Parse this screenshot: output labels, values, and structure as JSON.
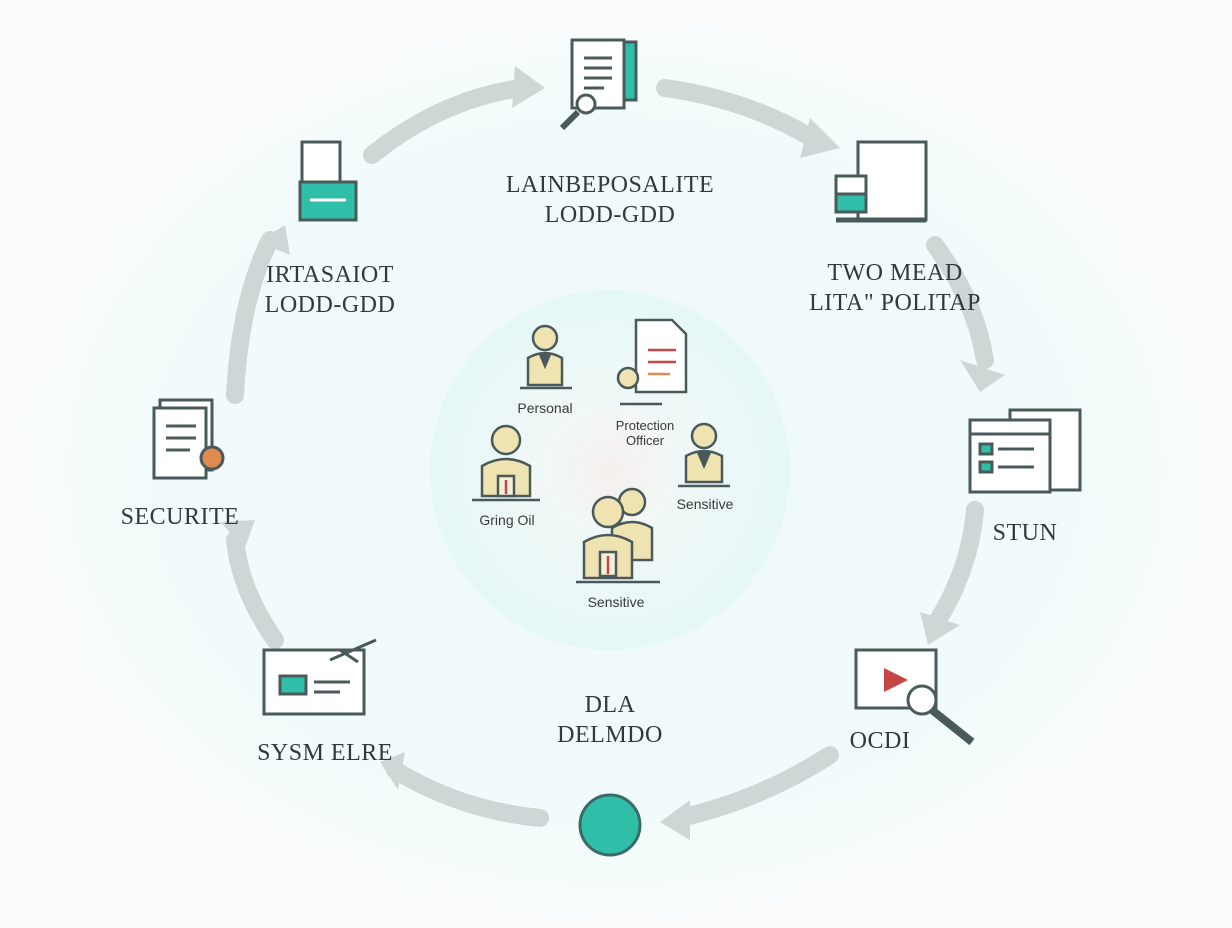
{
  "colors": {
    "teal": "#2fbfa8",
    "outline": "#4a5a5a",
    "arrow": "#cfd6d6",
    "halo": "#eaf8f8",
    "person_fill": "#efe3b2",
    "accent_red": "#c64545",
    "accent_orange": "#e08a50"
  },
  "steps": {
    "top": {
      "icon": "document-search-icon",
      "line1": "LAINBEPOSALITE",
      "line2": "LODD-GDD"
    },
    "top_right": {
      "icon": "document-tablet-icon",
      "line1": "TWO MEAD",
      "line2": "LITA\" POLITAP"
    },
    "right": {
      "icon": "form-window-icon",
      "line1": "STUN"
    },
    "bottom_right": {
      "icon": "video-search-icon",
      "line1": "OCDI"
    },
    "bottom": {
      "icon": "teal-dot-icon",
      "line1": "DLA",
      "line2": "DELMDO"
    },
    "bottom_left": {
      "icon": "card-folder-icon",
      "line1": "SYSM ELRE"
    },
    "left": {
      "icon": "certificate-icon",
      "line1": "SECURITE"
    },
    "top_left": {
      "icon": "scanner-icon",
      "line1": "IRTASAIOT",
      "line2": "LODD-GDD"
    }
  },
  "center": {
    "personal": "Personal",
    "protection_officer_1": "Protection",
    "protection_officer_2": "Officer",
    "group": "Gring Oil",
    "sensitive_1": "Sensitive",
    "sensitive_2": "Sensitive"
  }
}
